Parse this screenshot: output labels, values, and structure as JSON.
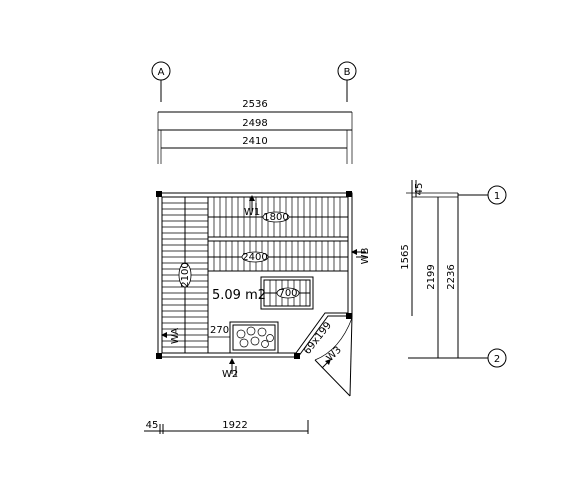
{
  "grid_axes": {
    "a": "A",
    "b": "B",
    "one": "1",
    "two": "2"
  },
  "dims_top": [
    "2536",
    "2498",
    "2410"
  ],
  "dims_right": [
    "45",
    "1565",
    "2199",
    "2236"
  ],
  "dims_bottom": [
    "45",
    "1922"
  ],
  "bench_labels": {
    "upper": "1800",
    "middle": "2400",
    "left": "2100",
    "small": "700"
  },
  "area": "5.09 m2",
  "stove_dim": "270",
  "door_dim": "69x199",
  "walls": {
    "w1": "W1",
    "w2": "W2",
    "w3": "W3",
    "wa": "WA",
    "wb": "WB"
  }
}
